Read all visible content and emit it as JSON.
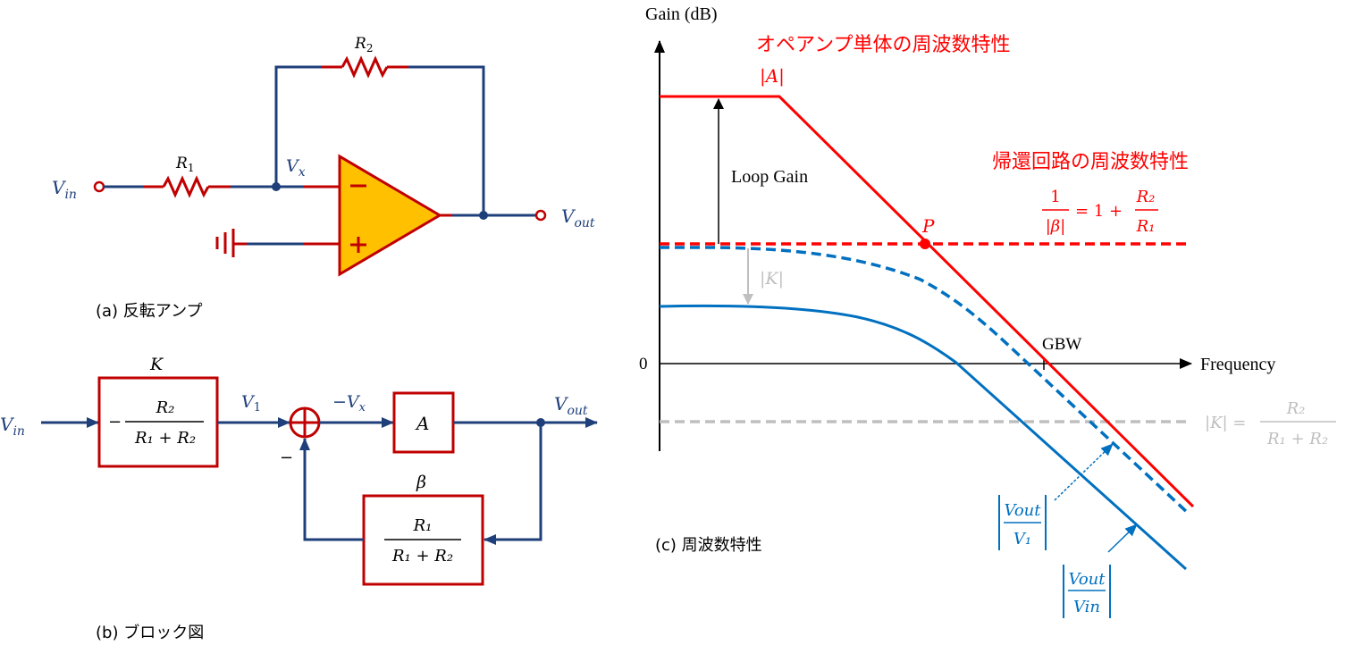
{
  "colors": {
    "wire": "#1f3f7a",
    "component": "#c00000",
    "opamp_fill": "#ffc000",
    "plot_red": "#ff0000",
    "plot_blue": "#0070c0",
    "plot_gray": "#bfbfbf",
    "axis": "#000000"
  },
  "panel_a": {
    "caption": "(a)  反転アンプ",
    "labels": {
      "vin": "V",
      "vin_sub": "in",
      "vout": "V",
      "vout_sub": "out",
      "vx": "V",
      "vx_sub": "x",
      "r1": "R",
      "r1_sub": "1",
      "r2": "R",
      "r2_sub": "2",
      "minus": "−",
      "plus": "+"
    }
  },
  "panel_b": {
    "caption": "(b)  ブロック図",
    "labels": {
      "vin": "V",
      "vin_sub": "in",
      "v1": "V",
      "v1_sub": "1",
      "neg_vx": "−V",
      "neg_vx_sub": "x",
      "vout": "V",
      "vout_sub": "out",
      "k": "K",
      "beta": "β",
      "a": "A",
      "minus_sign": "−"
    },
    "k_block": {
      "sign": "−",
      "numerator": "R₂",
      "denominator": "R₁ + R₂"
    },
    "beta_block": {
      "numerator": "R₁",
      "denominator": "R₁ + R₂"
    }
  },
  "panel_c": {
    "caption": "(c)  周波数特性",
    "chart_data": {
      "type": "line",
      "title": "",
      "ylabel": "Gain (dB)",
      "xlabel": "Frequency",
      "y_tick_labels": [
        "0"
      ],
      "x_tick_labels": [
        "GBW"
      ],
      "annotations": {
        "opamp_title": "オペアンプ単体の周波数特性",
        "opamp_label": "|A|",
        "feedback_title": "帰還回路の周波数特性",
        "feedback_formula": {
          "lhs_num": "1",
          "lhs_den": "|β|",
          "rhs": "= 1 +",
          "rhs_num": "R₂",
          "rhs_den": "R₁"
        },
        "loop_gain": "Loop Gain",
        "point_p": "P",
        "k_arrow": "|K|",
        "k_formula": {
          "lhs": "|K| =",
          "num": "R₂",
          "den": "R₁ + R₂"
        },
        "vout_v1": {
          "num": "Vout",
          "den": "V₁"
        },
        "vout_vin": {
          "num": "Vout",
          "den": "Vin"
        }
      },
      "series": [
        {
          "name": "|A|",
          "style": "solid",
          "color": "#ff0000",
          "shape": "flat then -20dB/dec rolloff"
        },
        {
          "name": "1/|β|",
          "style": "dashed",
          "color": "#ff0000",
          "shape": "flat"
        },
        {
          "name": "|Vout/V1|",
          "style": "dashed",
          "color": "#0070c0",
          "shape": "flat at 1/|β| then follows |A|"
        },
        {
          "name": "|Vout/Vin|",
          "style": "solid",
          "color": "#0070c0",
          "shape": "flat at |K|/|β| then rolloff"
        },
        {
          "name": "|K|",
          "style": "dashed",
          "color": "#bfbfbf",
          "shape": "flat, below 0 dB"
        }
      ]
    }
  }
}
